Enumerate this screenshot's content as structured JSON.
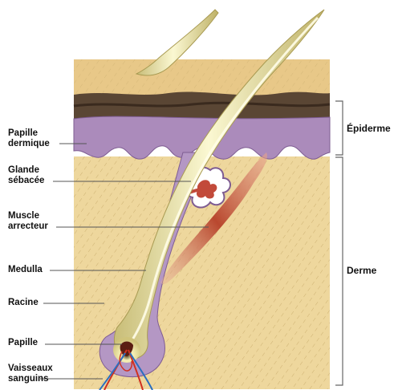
{
  "labels": {
    "papille_dermique": "Papille\ndermique",
    "glande_sebacee": "Glande\nsébacée",
    "muscle_arrecteur": "Muscle\narrecteur",
    "medulla": "Medulla",
    "racine": "Racine",
    "papille": "Papille",
    "vaisseaux_sanguins": "Vaisseaux\nsanguins",
    "epiderme": "Épiderme",
    "derme": "Derme"
  },
  "colors": {
    "surface": "#e8c888",
    "dermis": "#eed79d",
    "stratum": "#4a3a2c",
    "epidermis_purple": "#a889b8",
    "hair": "#f3efb0",
    "hair_shadow": "#b9ad6a",
    "muscle": "#c0553a",
    "gland": "#c24a3a",
    "vessel_red": "#d03020",
    "vessel_blue": "#2a6fc0"
  }
}
